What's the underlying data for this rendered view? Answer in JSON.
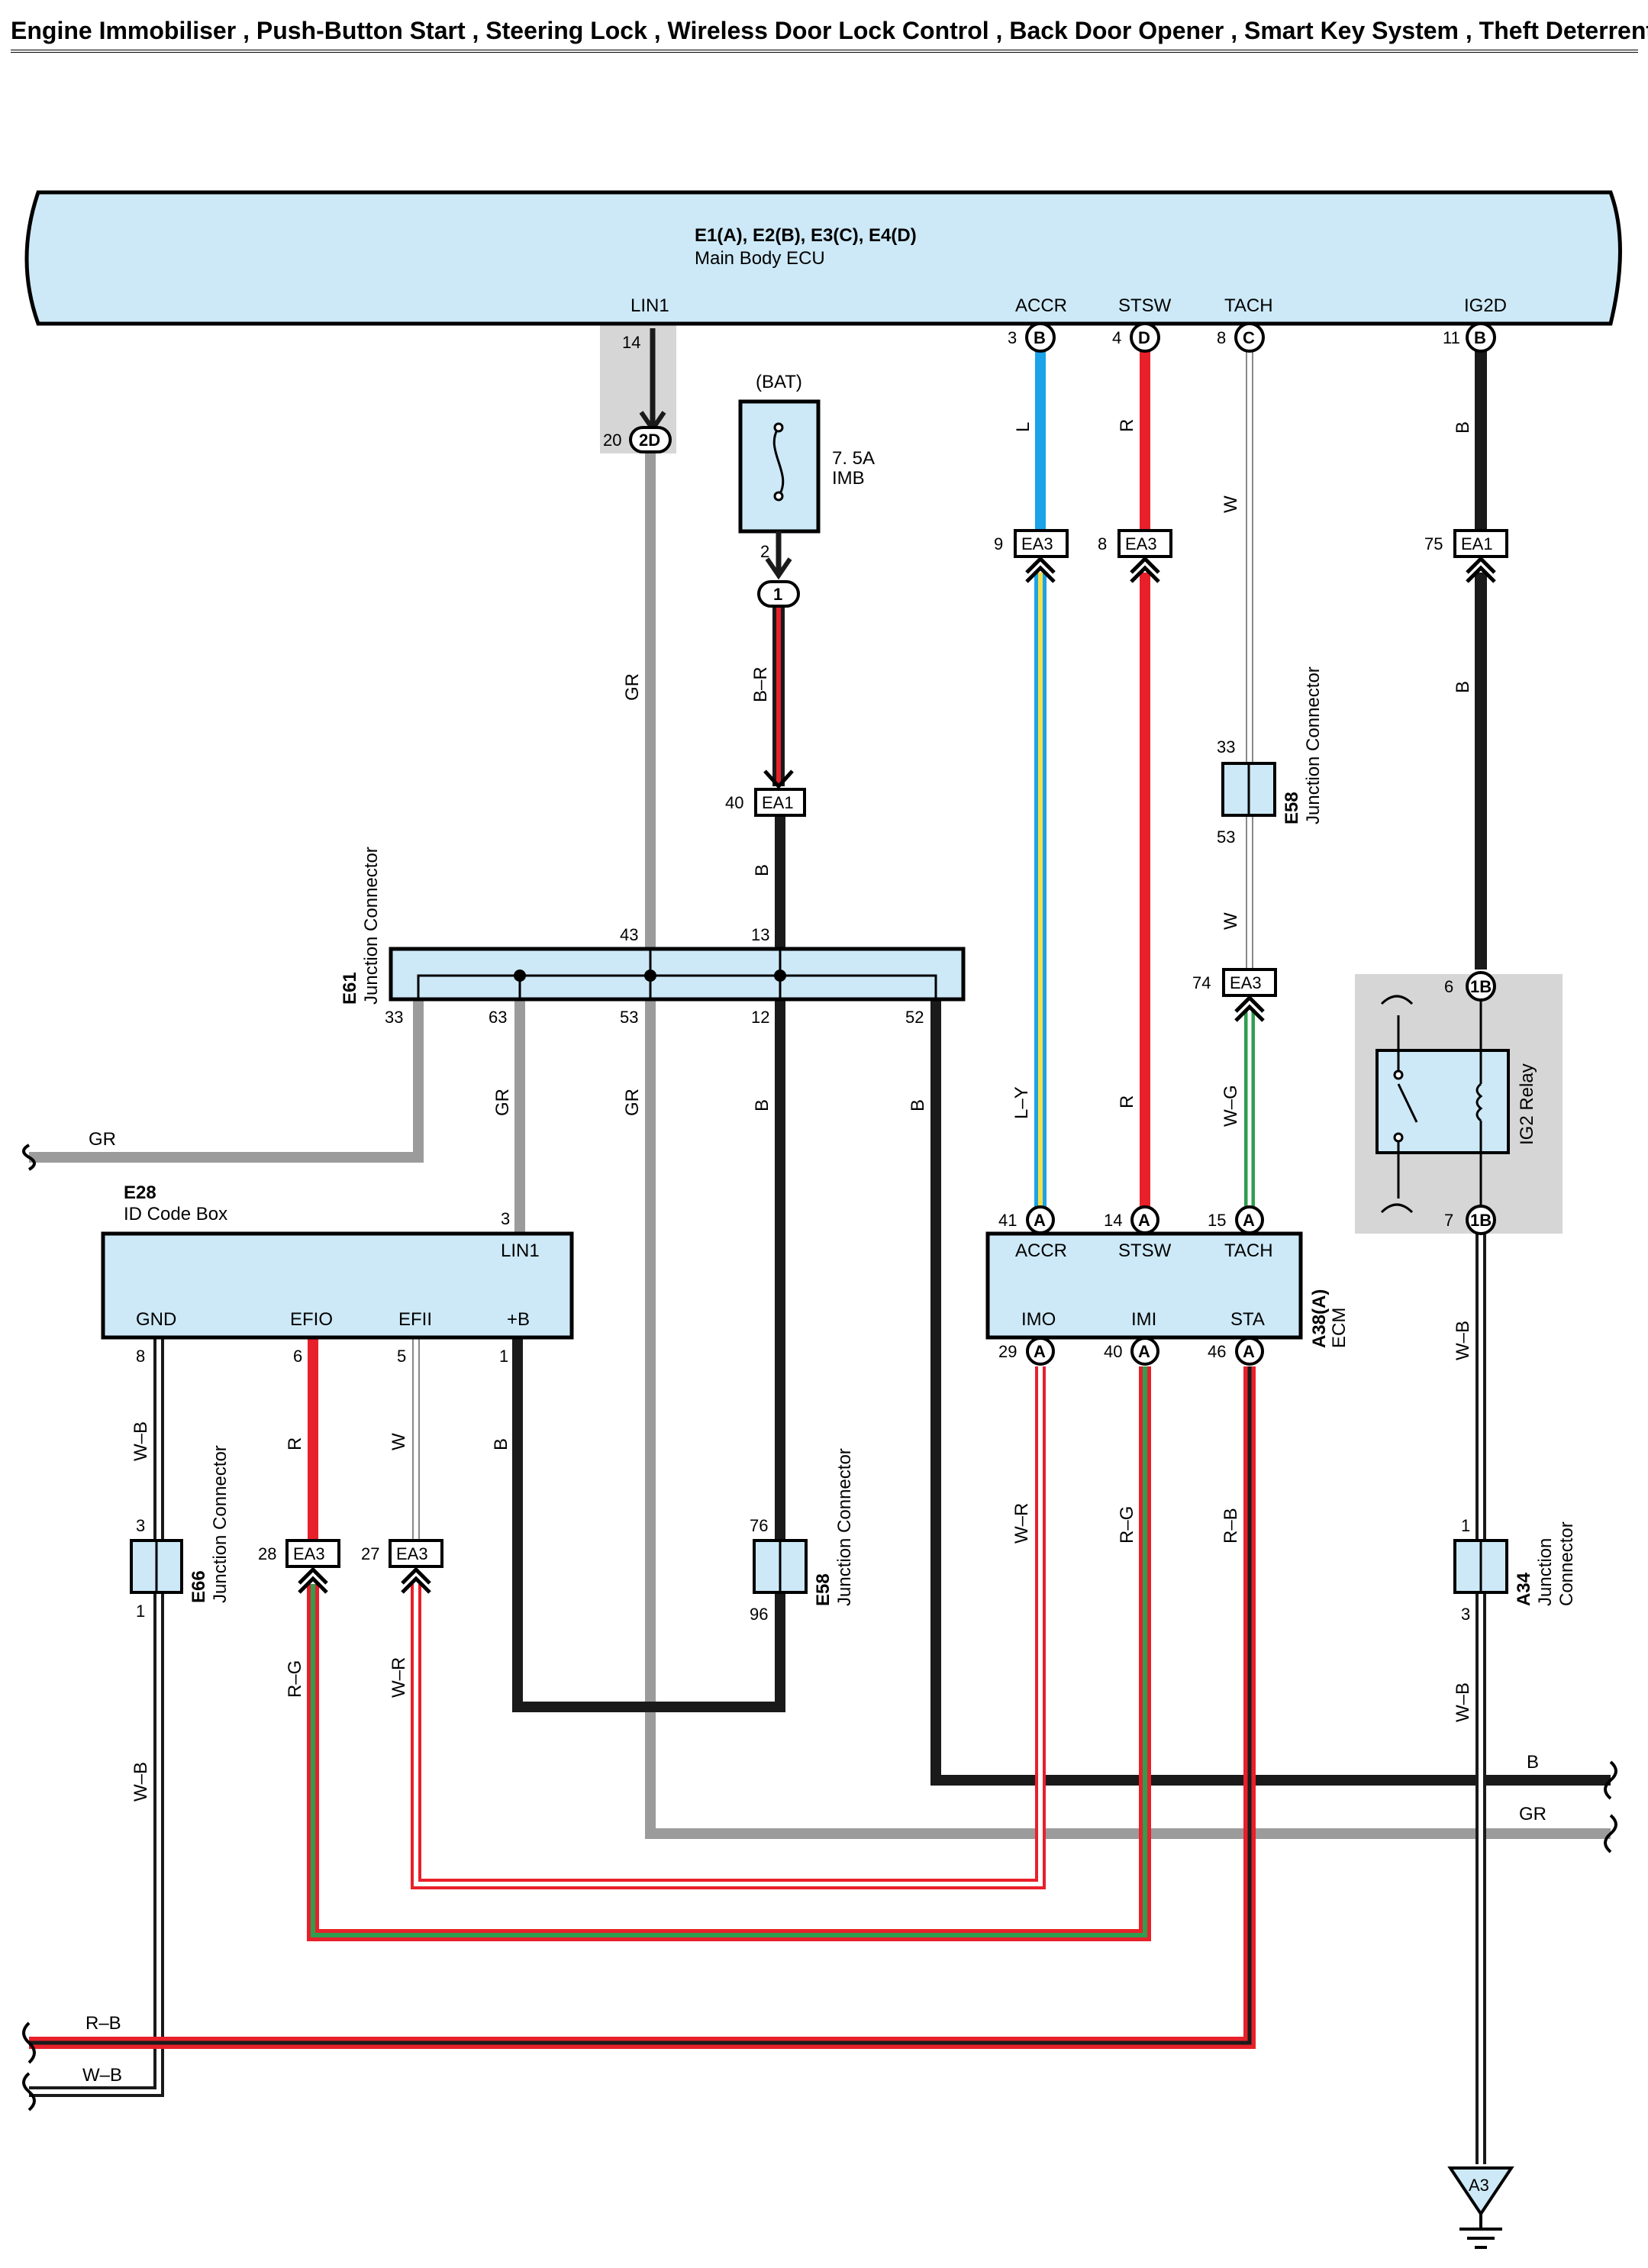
{
  "title": "Engine Immobiliser , Push-Button Start , Steering Lock , Wireless Door Lock Control , Back Door Opener , Smart Key System , Theft Deterrent",
  "main_body_ecu": {
    "connectors": "E1(A), E2(B), E3(C), E4(D)",
    "name": "Main Body ECU",
    "lin1": "LIN1",
    "accr": "ACCR",
    "stsw": "STSW",
    "tach": "TACH",
    "ig2d": "IG2D",
    "pin_lin1": "14",
    "pin_accr": "3",
    "pin_stsw": "4",
    "pin_tach": "8",
    "pin_ig2d": "11",
    "conn_b": "B",
    "conn_d": "D",
    "conn_c": "C",
    "pin_2d": "20",
    "conn_2d": "2D"
  },
  "fuse": {
    "source": "(BAT)",
    "rating": "7. 5A",
    "name": "IMB",
    "pin_out": "2",
    "conn_out": "1"
  },
  "ea1_top": {
    "pin": "40",
    "name": "EA1"
  },
  "wires": {
    "gr": "GR",
    "br": "B–R",
    "b": "B",
    "l": "L",
    "r": "R",
    "w": "W",
    "ly": "L–Y",
    "wg": "W–G",
    "wb": "W–B",
    "wr": "W–R",
    "rg": "R–G",
    "rb": "R–B"
  },
  "e61": {
    "code": "E61",
    "name": "Junction Connector",
    "p43": "43",
    "p13": "13",
    "p33": "33",
    "p63": "63",
    "p53": "53",
    "p12": "12",
    "p52": "52"
  },
  "e58_top": {
    "code": "E58",
    "name": "Junction Connector",
    "p33": "33",
    "p53": "53"
  },
  "ea3_accr": {
    "pin": "9",
    "name": "EA3"
  },
  "ea3_stsw": {
    "pin": "8",
    "name": "EA3"
  },
  "ea3_tach": {
    "pin": "74",
    "name": "EA3"
  },
  "ea1_ig2d": {
    "pin": "75",
    "name": "EA1"
  },
  "ig2_relay": {
    "name": "IG2 Relay",
    "p6": "6",
    "p7": "7",
    "conn": "1B"
  },
  "id_code_box": {
    "code": "E28",
    "name": "ID Code Box",
    "lin1": "LIN1",
    "gnd": "GND",
    "efio": "EFIO",
    "efii": "EFII",
    "plusb": "+B",
    "p_lin1": "3",
    "p_gnd": "8",
    "p_efio": "6",
    "p_efii": "5",
    "p_plusb": "1"
  },
  "ecm": {
    "code": "A38(A)",
    "name": "ECM",
    "conn": "A",
    "accr": "ACCR",
    "stsw": "STSW",
    "tach": "TACH",
    "imo": "IMO",
    "imi": "IMI",
    "sta": "STA",
    "p_accr": "41",
    "p_stsw": "14",
    "p_tach": "15",
    "p_imo": "29",
    "p_imi": "40",
    "p_sta": "46"
  },
  "e66": {
    "code": "E66",
    "name": "Junction Connector",
    "p3": "3",
    "p1": "1"
  },
  "ea3_efio": {
    "pin": "28",
    "name": "EA3"
  },
  "ea3_efii": {
    "pin": "27",
    "name": "EA3"
  },
  "e58_bottom": {
    "code": "E58",
    "name": "Junction Connector",
    "p76": "76",
    "p96": "96"
  },
  "a34": {
    "code": "A34",
    "name": "Junction",
    "name2": "Connector",
    "p1": "1",
    "p3": "3"
  },
  "ground": {
    "name": "A3"
  },
  "colors": {
    "ecu_fill": "#cde9f7",
    "black": "#1a1a1a",
    "red": "#e8202a",
    "blue": "#1aa3e8",
    "gray": "#9b9b9b",
    "yellow": "#f5e04a",
    "green": "#2e9e4f",
    "shade": "#d6d6d6"
  }
}
